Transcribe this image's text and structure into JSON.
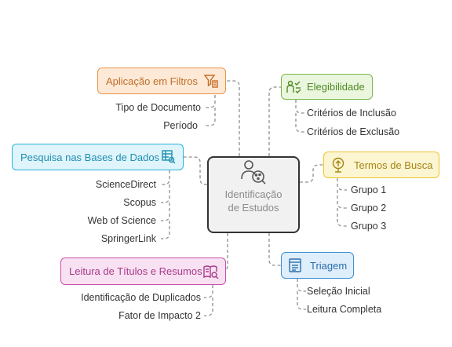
{
  "center": {
    "title_line1": "Identificação",
    "title_line2": "de Estudos",
    "icon": "people-search-icon"
  },
  "nodes": {
    "aplicacao": {
      "label": "Aplicação em Filtros",
      "icon": "filter-icon",
      "color": "#e8944a",
      "bg": "#fde9d5",
      "text_color": "#c06d2a",
      "items": [
        "Tipo de Documento",
        "Período"
      ]
    },
    "pesquisa": {
      "label": "Pesquisa nas Bases de Dados",
      "icon": "database-search-icon",
      "color": "#29b4d8",
      "bg": "#dff4fb",
      "text_color": "#1e8fb0",
      "items": [
        "ScienceDirect",
        "Scopus",
        "Web of Science",
        "SpringerLink"
      ]
    },
    "leitura": {
      "label": "Leitura de Títulos e Resumos",
      "icon": "book-search-icon",
      "color": "#c94fa8",
      "bg": "#f8e1f2",
      "text_color": "#a83a8b",
      "items": [
        "Identificação de Duplicados",
        "Fator de Impacto 2"
      ]
    },
    "elegibilidade": {
      "label": "Elegibilidade",
      "icon": "people-check-icon",
      "color": "#7ab648",
      "bg": "#ebf6df",
      "text_color": "#4f8a23",
      "items": [
        "Critérios de Inclusão",
        "Critérios de Exclusão"
      ]
    },
    "termos": {
      "label": "Termos de Busca",
      "icon": "magnifier-tree-icon",
      "color": "#ecc52f",
      "bg": "#fcf5d2",
      "text_color": "#a68410",
      "items": [
        "Grupo 1",
        "Grupo 2",
        "Grupo 3"
      ]
    },
    "triagem": {
      "label": "Triagem",
      "icon": "document-list-icon",
      "color": "#3e8fd6",
      "bg": "#dfeefb",
      "text_color": "#2a6fae",
      "items": [
        "Seleção Inicial",
        "Leitura Completa"
      ]
    }
  }
}
